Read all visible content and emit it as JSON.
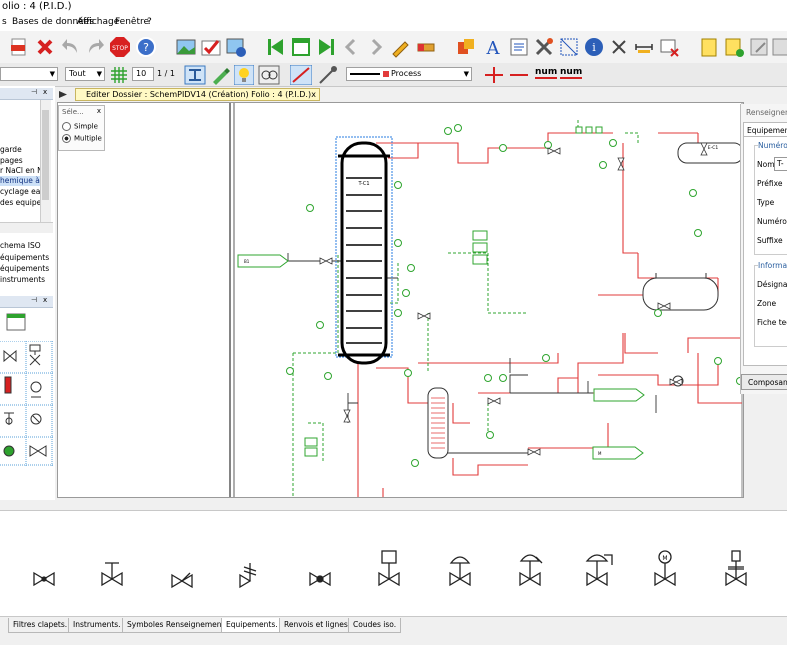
{
  "window": {
    "title": "olio : 4  (P.I.D.)"
  },
  "menu": [
    "s",
    "Bases de données",
    "Affichage",
    "Fenêtre",
    "?"
  ],
  "toolbar2": {
    "combo_tout": "Tout",
    "field_zoom": "10",
    "field_page": "1 / 1",
    "line_style_label": "Process",
    "num_label_1": "num",
    "num_label_2": "num"
  },
  "left_panel": {
    "tree_items": [
      "garde",
      "pages",
      "r NaCl en Na",
      "hemique à vi",
      "cyclage eau",
      "des equipeme",
      "chema ISO",
      "équipements",
      "équipements",
      "instruments"
    ]
  },
  "document_tab": {
    "label": "Editer  Dossier : SchemPIDV14  (Création)  Folio : 4  (P.I.D.)",
    "close": "x"
  },
  "selection_box": {
    "title": "Séle...",
    "close": "x",
    "options": [
      "Simple",
      "Multiple"
    ],
    "selected": "Multiple"
  },
  "drawing_labels": {
    "column_tag": "T-C1",
    "tank_tag": "E-C1",
    "comp_label_1": "B1",
    "comp_label_2": "M"
  },
  "right_panel": {
    "header": "Renseignem",
    "tab": "Equipement",
    "group1": "Numérota",
    "fields": [
      "Nom",
      "Préfixe",
      "Type",
      "Numéro",
      "Suffixe"
    ],
    "nom_value": "T-",
    "group2": "Informa",
    "fields2": [
      "Désignatio",
      "Zone",
      "Fiche tech"
    ],
    "button": "Composant"
  },
  "bottom_tabs": [
    "Filtres clapets.",
    "Instruments.",
    "Symboles Renseignement.",
    "Equipements.",
    "Renvois et lignes.",
    "Coudes iso."
  ],
  "colors": {
    "process_line": "#e23b3b",
    "instrument_line": "#2fa52f",
    "selection": "#2a7de1",
    "tab_yellow": "#fff9c4"
  }
}
